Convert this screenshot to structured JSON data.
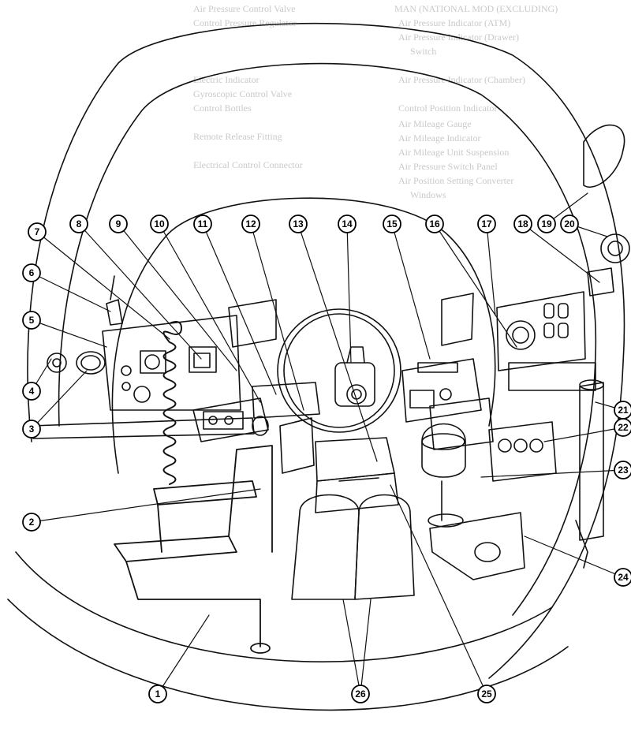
{
  "figure": {
    "callouts": [
      "1",
      "2",
      "3",
      "4",
      "5",
      "6",
      "7",
      "8",
      "9",
      "10",
      "11",
      "12",
      "13",
      "14",
      "15",
      "16",
      "17",
      "18",
      "19",
      "20",
      "21",
      "22",
      "23",
      "24",
      "25",
      "26"
    ]
  },
  "bleed_through": {
    "left_lines": [
      "MAN (NATIONAL MOD (EXCLUDING)",
      "Air Pressure Indicator (ATM)",
      "Air Pressure Indicator (Drawer)",
      "Switch",
      "Air Pressure Indicator (Chamber)",
      "Control Position Indicator",
      "Air Mileage Gauge",
      "Air Mileage Indicator",
      "Air Mileage Unit Suspension",
      "Air Pressure Switch Panel",
      "Air Position Setting Converter",
      "Windows"
    ],
    "right_lines": [
      "Air Pressure Control Valve",
      "Control Pressure Regulator",
      "Electric Indicator",
      "Gyroscopic Control Valve",
      "Control Bottles",
      "Remote Release Fitting",
      "Electrical Control Connector"
    ]
  }
}
